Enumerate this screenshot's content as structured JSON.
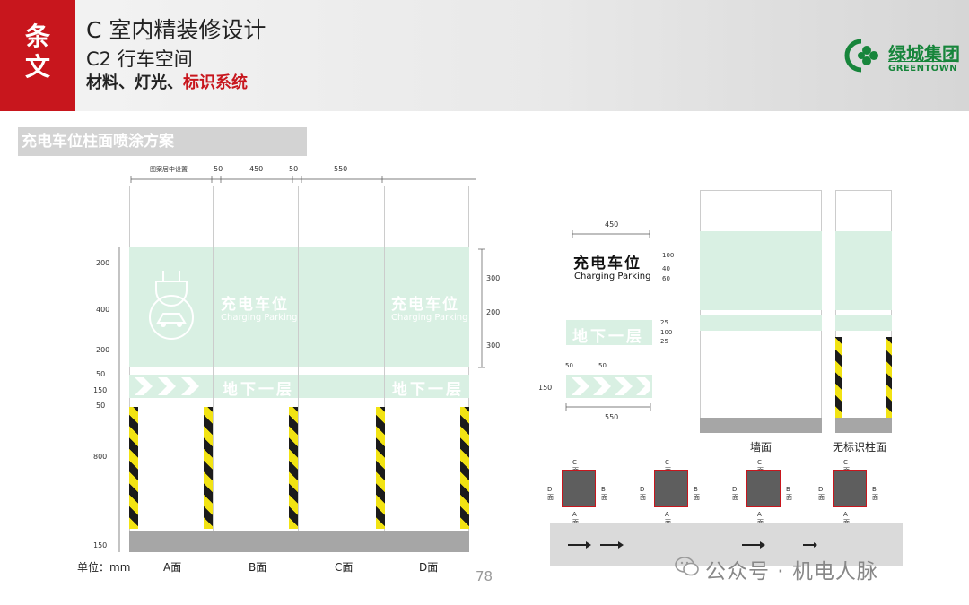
{
  "header": {
    "tag_top": "条",
    "tag_bottom": "文",
    "title": "C 室内精装修设计",
    "subtitle": "C2 行车空间",
    "topic_plain": "材料、灯光、",
    "topic_highlight": "标识系统",
    "logo_name": "绿城集团",
    "logo_en": "GREENTOWN"
  },
  "section_title": "充电车位柱面喷涂方案",
  "elevation": {
    "top_dims": [
      "图案居中设置",
      "50",
      "450",
      "50",
      "550"
    ],
    "left_dims": [
      "200",
      "400",
      "200",
      "50",
      "150",
      "50",
      "800",
      "150"
    ],
    "right_dims": [
      "300",
      "200",
      "300"
    ],
    "unit_label": "单位：mm",
    "faces": [
      "A面",
      "B面",
      "C面",
      "D面"
    ],
    "sign_cn": "充电车位",
    "sign_en": "Charging Parking",
    "floor_text": "地下一层"
  },
  "detail": {
    "width_dim": "450",
    "sign_cn": "充电车位",
    "sign_en": "Charging Parking",
    "sign_dims": [
      "100",
      "40",
      "60"
    ],
    "floor_text": "地下一层",
    "floor_dims": [
      "25",
      "100",
      "25"
    ],
    "arrow_dims": [
      "50",
      "50",
      "150",
      "550"
    ]
  },
  "columns": {
    "wall_label": "墙面",
    "column_label": "无标识柱面"
  },
  "plan": {
    "face_c": "C面",
    "face_d": "D面",
    "face_b": "B面",
    "face_a": "A面"
  },
  "page_number": "78",
  "watermark": "公众号 · 机电人脉",
  "colors": {
    "brand_red": "#c8161d",
    "brand_green": "#17853b",
    "mint": "#d9f0e3",
    "hazard_yellow": "#f2e313",
    "hazard_black": "#1b1b1b",
    "base_gray": "#a6a6a6"
  }
}
